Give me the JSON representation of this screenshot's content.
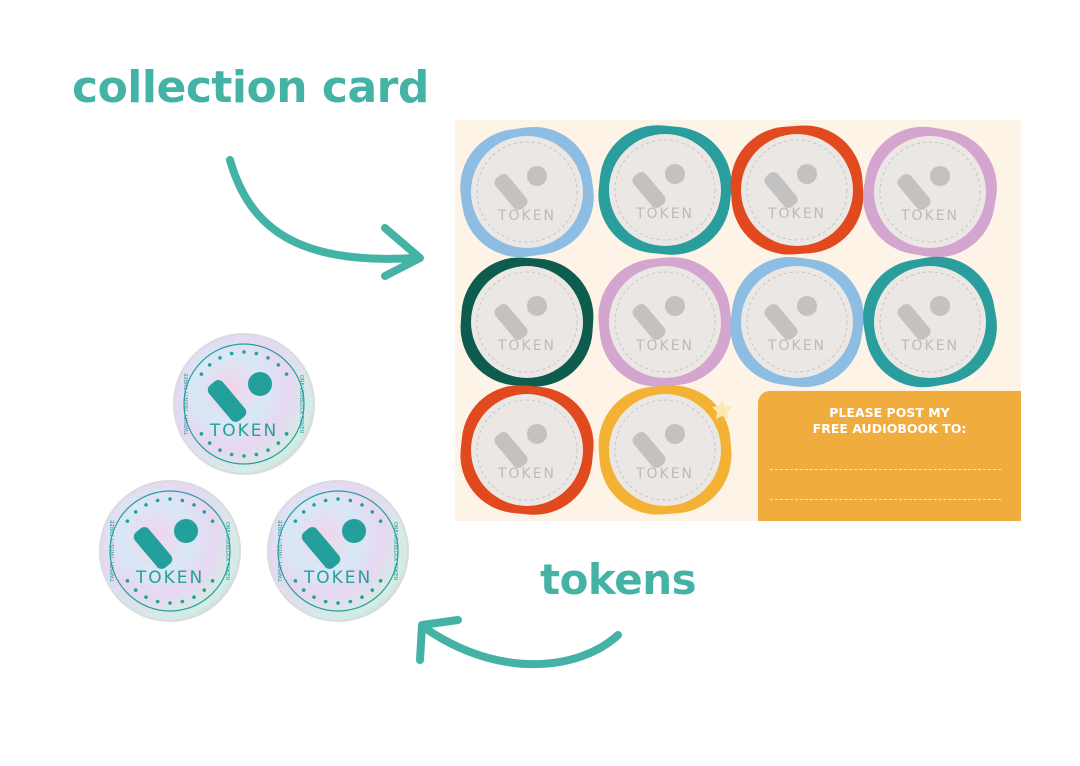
{
  "labels": {
    "collection_card": "collection card",
    "tokens": "tokens"
  },
  "card": {
    "background": "#fdf3e7",
    "slot_text": "TOKEN",
    "slot_colors": [
      "#8dbde3",
      "#2a9e9c",
      "#e14a1e",
      "#d4a6cf",
      "#0e5c4e",
      "#d4a6cf",
      "#8dbde3",
      "#2a9e9c",
      "#e14a1e",
      "#f3b233"
    ],
    "post_box": {
      "line1": "PLEASE POST MY",
      "line2": "FREE AUDIOBOOK TO:"
    }
  },
  "token": {
    "title": "TOKEN",
    "ring_left": "TWENTY TWENTY THREE",
    "ring_right": "ONE VOXBLOCK TOKEN",
    "accent": "#23a09c"
  },
  "accent": "#45b2a6"
}
